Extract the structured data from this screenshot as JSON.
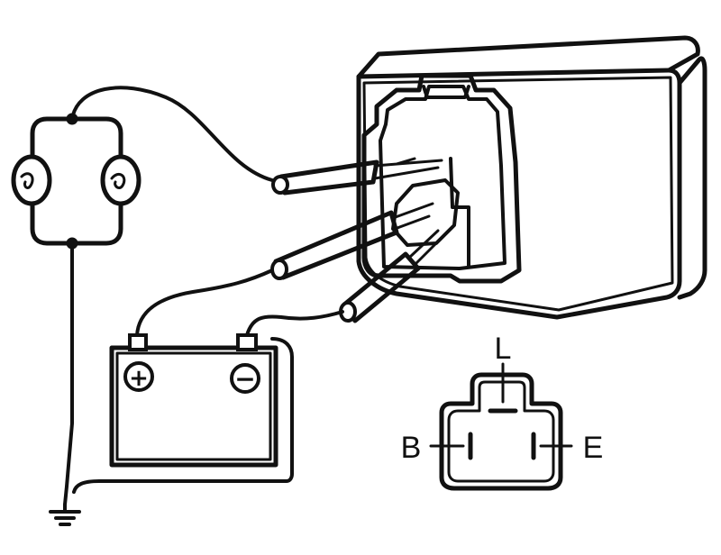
{
  "diagram": {
    "battery": {
      "positive_symbol": "+",
      "negative_symbol": "−"
    },
    "connector_pins": {
      "l": "L",
      "b": "B",
      "e": "E"
    }
  },
  "colors": {
    "ink": "#111111",
    "paper": "#ffffff"
  }
}
